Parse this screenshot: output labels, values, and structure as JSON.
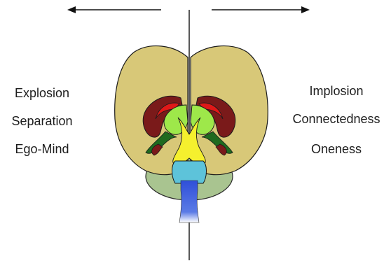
{
  "left": {
    "labels": [
      "Explosion",
      "Separation",
      "Ego-Mind"
    ]
  },
  "right": {
    "labels": [
      "Implosion",
      "Connectedness",
      "Oneness"
    ]
  },
  "colors": {
    "cerebrum": "#d8c878",
    "cerebrum_outline": "#1b1b1b",
    "dark_red": "#7a1a1a",
    "bright_red": "#e01818",
    "light_green": "#9ee84a",
    "dark_green": "#1f6a1f",
    "yellow": "#f5f02e",
    "cerebellum": "#a9c490",
    "pons": "#5dc3da",
    "brainstem_blue": "#2e4fd8",
    "arrow": "#111111"
  }
}
